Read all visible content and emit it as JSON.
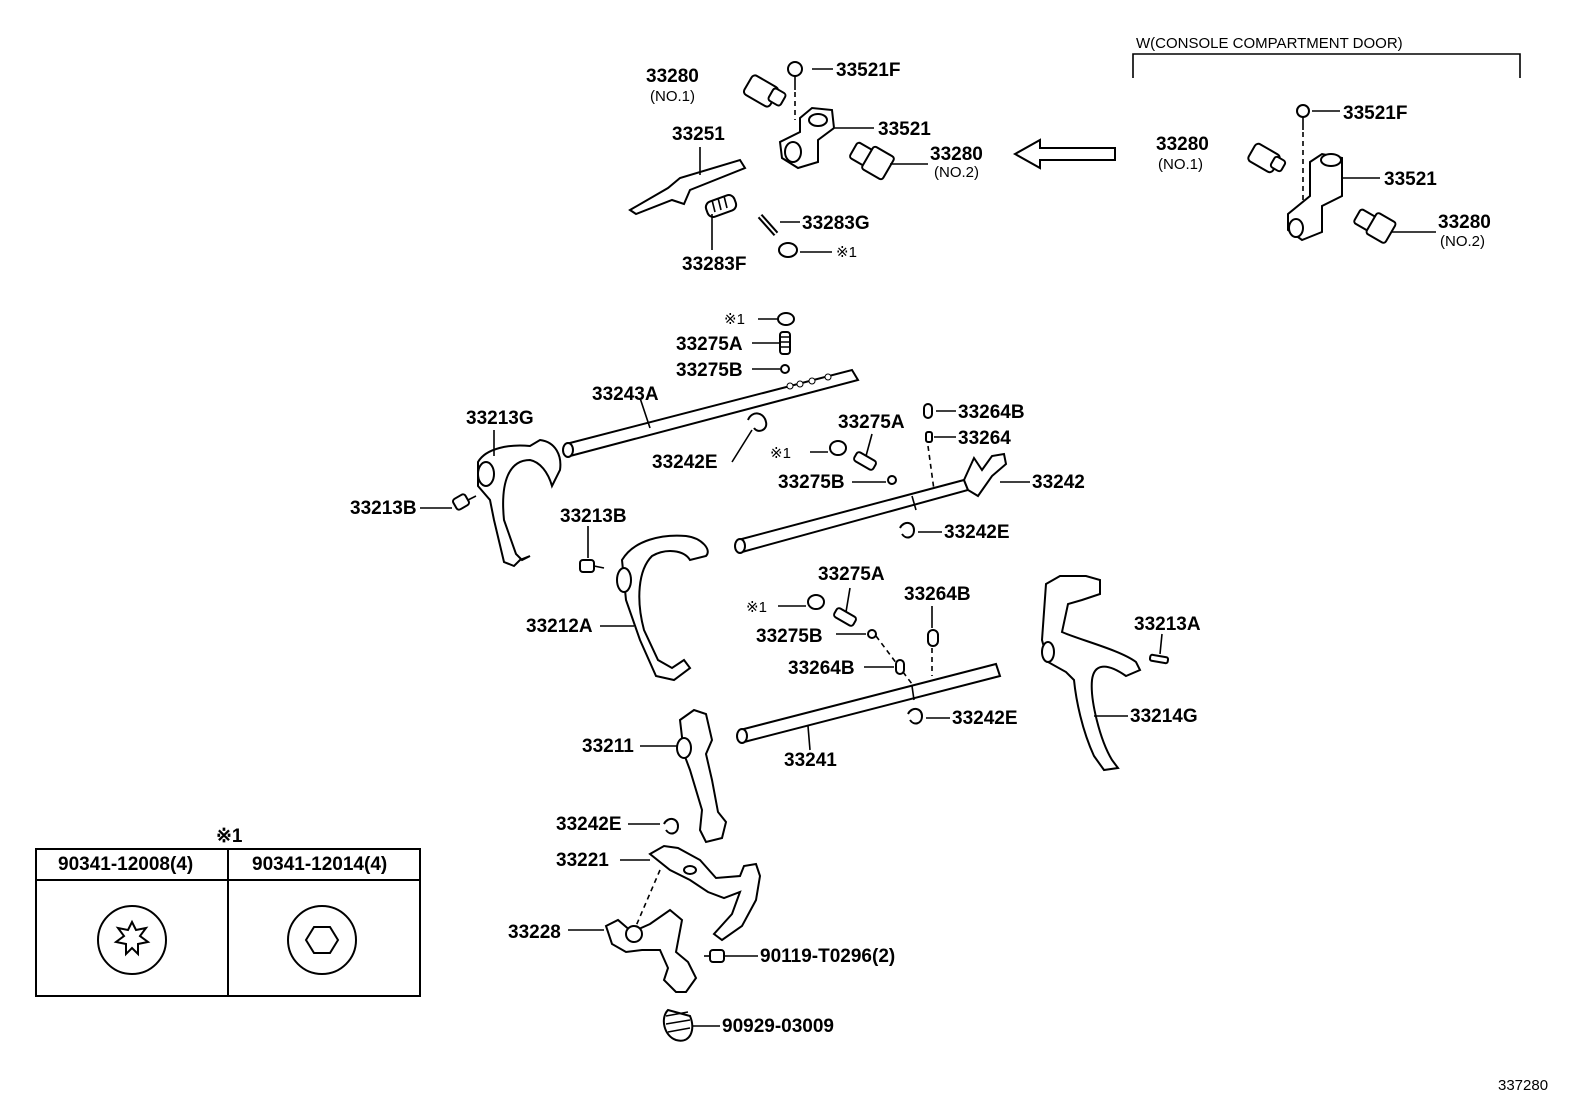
{
  "variant_header": "W(CONSOLE COMPARTMENT DOOR)",
  "labels": {
    "p33280_no1": "33280",
    "no1": "(NO.1)",
    "p33521f": "33521F",
    "p33521": "33521",
    "p33280_no2": "33280",
    "no2": "(NO.2)",
    "p33251": "33251",
    "p33283g": "33283G",
    "p33283f": "33283F",
    "note1_a": "※1",
    "r_33521f": "33521F",
    "r_33280_no1": "33280",
    "r_no1": "(NO.1)",
    "r_33521": "33521",
    "r_33280_no2": "33280",
    "r_no2": "(NO.2)",
    "note1_b": "※1",
    "p33275a_1": "33275A",
    "p33275b_1": "33275B",
    "p33243a": "33243A",
    "p33213g": "33213G",
    "p33242e_1": "33242E",
    "p33264b_1": "33264B",
    "p33264": "33264",
    "p33275a_2": "33275A",
    "note1_c": "※1",
    "p33275b_2": "33275B",
    "p33242": "33242",
    "p33213b_1": "33213B",
    "p33213b_2": "33213B",
    "p33242e_2": "33242E",
    "p33275a_3": "33275A",
    "p33264b_2": "33264B",
    "note1_d": "※1",
    "p33212a": "33212A",
    "p33275b_3": "33275B",
    "p33213a": "33213A",
    "p33264b_3": "33264B",
    "p33242e_3": "33242E",
    "p33214g": "33214G",
    "p33211": "33211",
    "p33241": "33241",
    "p33242e_4": "33242E",
    "p33221": "33221",
    "p33228": "33228",
    "p90119": "90119-T0296(2)",
    "p90929": "90929-03009"
  },
  "legend": {
    "mark": "※1",
    "col1": "90341-12008(4)",
    "col2": "90341-12014(4)"
  },
  "figure_id": "337280"
}
